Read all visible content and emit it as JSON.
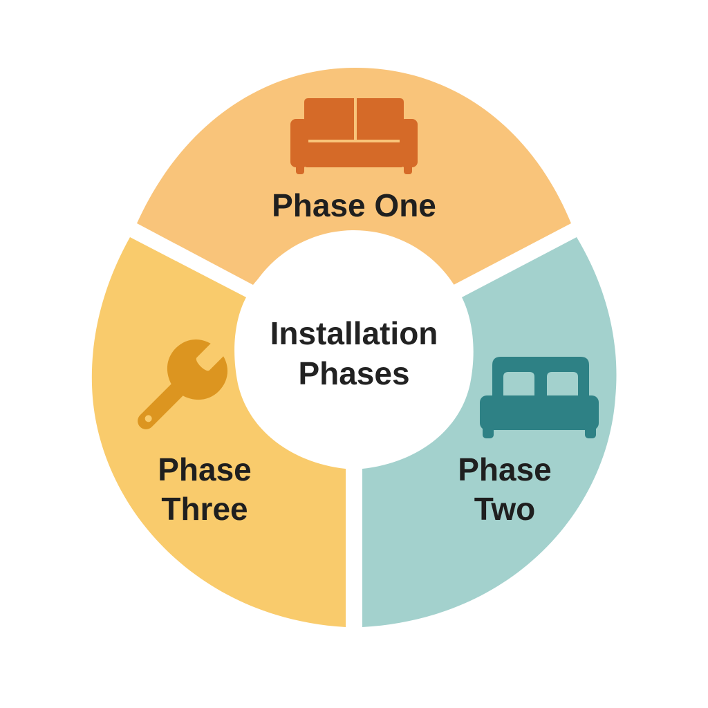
{
  "diagram": {
    "center": {
      "line1": "Installation",
      "line2": "Phases"
    },
    "segments": [
      {
        "id": "one",
        "line1": "Phase One",
        "icon": "sofa-icon",
        "fill": "#f9c47a",
        "icon_color": "#d56a28"
      },
      {
        "id": "two",
        "line1": "Phase",
        "line2": "Two",
        "icon": "bed-icon",
        "fill": "#a3d1cd",
        "icon_color": "#2e8185"
      },
      {
        "id": "three",
        "line1": "Phase",
        "line2": "Three",
        "icon": "wrench-icon",
        "fill": "#f9cb6c",
        "icon_color": "#dc9520"
      }
    ]
  }
}
